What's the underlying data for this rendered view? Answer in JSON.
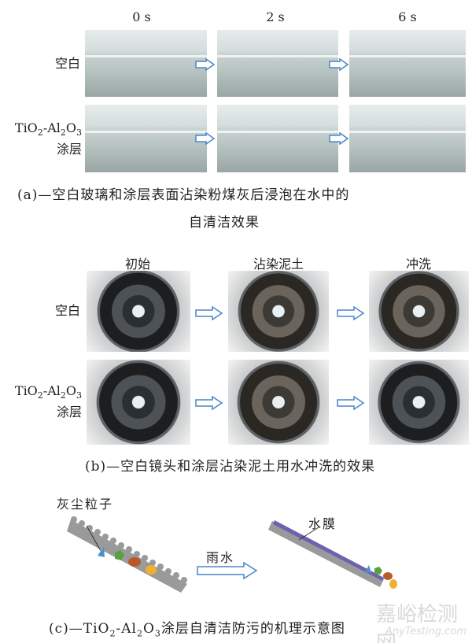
{
  "part_a": {
    "time_labels": [
      "0 s",
      "2 s",
      "6 s"
    ],
    "row_labels": [
      "空白",
      "TiO2-Al2O3 涂层"
    ],
    "caption_line1": "(a)—空白玻璃和涂层表面沾染粉煤灰后浸泡在水中的",
    "caption_line2": "自清洁效果"
  },
  "part_b": {
    "stage_labels": [
      "初始",
      "沾染泥土",
      "冲洗"
    ],
    "row_labels": [
      "空白",
      "TiO2-Al2O3 涂层"
    ],
    "caption": "(b)—空白镜头和涂层沾染泥土用水冲洗的效果"
  },
  "part_c": {
    "dust_label": "灰尘粒子",
    "rain_label": "雨水",
    "film_label": "水膜",
    "caption": "(c)—TiO2-Al2O3涂层自清洁防污的机理示意图"
  },
  "watermark": {
    "cn": "嘉峪检测网",
    "en": "AnyTesting.com"
  },
  "colors": {
    "arrow": "#4a86c8",
    "substrate": "#9a9a9a",
    "film": "#7060b0",
    "blue": "#4a8fd0",
    "green": "#5aa040",
    "brown": "#b85a2a",
    "yellow": "#f0b030"
  }
}
